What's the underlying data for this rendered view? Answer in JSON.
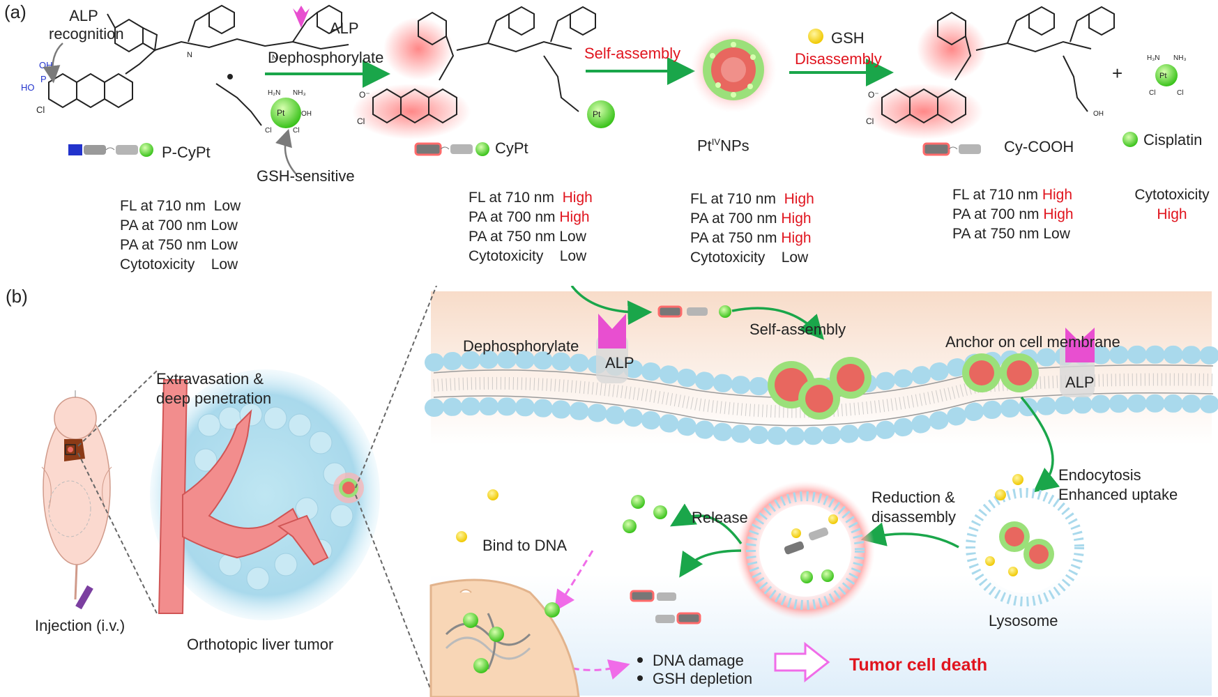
{
  "panel_a": {
    "tag": "(a)",
    "alp_recognition": [
      "ALP",
      "recognition"
    ],
    "gsh_sensitive": "GSH-sensitive",
    "alp_label": "ALP",
    "dephosphorylate": "Dephosphorylate",
    "self_assembly": "Self-assembly",
    "gsh_label": "GSH",
    "disassembly": "Disassembly",
    "plus": "+",
    "compounds": [
      {
        "name": "P-CyPt",
        "props": [
          {
            "label": "FL at 710 nm",
            "value": "Low",
            "level": "low"
          },
          {
            "label": "PA at 700 nm",
            "value": "Low",
            "level": "low"
          },
          {
            "label": "PA at 750 nm",
            "value": "Low",
            "level": "low"
          },
          {
            "label": "Cytotoxicity",
            "value": "Low",
            "level": "low"
          }
        ]
      },
      {
        "name": "CyPt",
        "props": [
          {
            "label": "FL at 710 nm",
            "value": "High",
            "level": "high"
          },
          {
            "label": "PA at 700 nm",
            "value": "High",
            "level": "high"
          },
          {
            "label": "PA at 750 nm",
            "value": "Low",
            "level": "low"
          },
          {
            "label": "Cytotoxicity",
            "value": "Low",
            "level": "low"
          }
        ]
      },
      {
        "name_main": "Pt",
        "name_sup": "IV",
        "name_rest": "NPs",
        "props": [
          {
            "label": "FL at 710 nm",
            "value": "High",
            "level": "high"
          },
          {
            "label": "PA at 700 nm",
            "value": "High",
            "level": "high"
          },
          {
            "label": "PA at 750 nm",
            "value": "High",
            "level": "high"
          },
          {
            "label": "Cytotoxicity",
            "value": "Low",
            "level": "low"
          }
        ]
      },
      {
        "name": "Cy-COOH",
        "props": [
          {
            "label": "FL at 710 nm",
            "value": "High",
            "level": "high"
          },
          {
            "label": "PA at 700 nm",
            "value": "High",
            "level": "high"
          },
          {
            "label": "PA at 750 nm",
            "value": "Low",
            "level": "low"
          }
        ]
      },
      {
        "name": "Cisplatin",
        "props": [
          {
            "label": "Cytotoxicity",
            "value": "",
            "level": "low"
          },
          {
            "label": "",
            "value": "High",
            "level": "high"
          }
        ]
      }
    ]
  },
  "panel_b": {
    "tag": "(b)",
    "extravasation": [
      "Extravasation &",
      "deep penetration"
    ],
    "injection": "Injection (i.v.)",
    "orthotopic": "Orthotopic liver tumor",
    "dephosphorylate": "Dephosphorylate",
    "alp": "ALP",
    "self_assembly": "Self-assembly",
    "anchor": "Anchor on cell membrane",
    "endocytosis": [
      "Endocytosis",
      "Enhanced uptake"
    ],
    "reduction": [
      "Reduction &",
      "disassembly"
    ],
    "release": "Release",
    "bind_dna": "Bind to DNA",
    "lysosome": "Lysosome",
    "bullets": [
      "DNA damage",
      "GSH depletion"
    ],
    "tumor_death": "Tumor cell death"
  },
  "colors": {
    "arrow_green": "#1aa64a",
    "highlight_red": "#e0141e",
    "alp_magenta": "#e84fd0",
    "membrane_blue": "#a9d9ec",
    "nanoparticle_core": "#e8675f",
    "nanoparticle_shell": "#8fd46a"
  }
}
